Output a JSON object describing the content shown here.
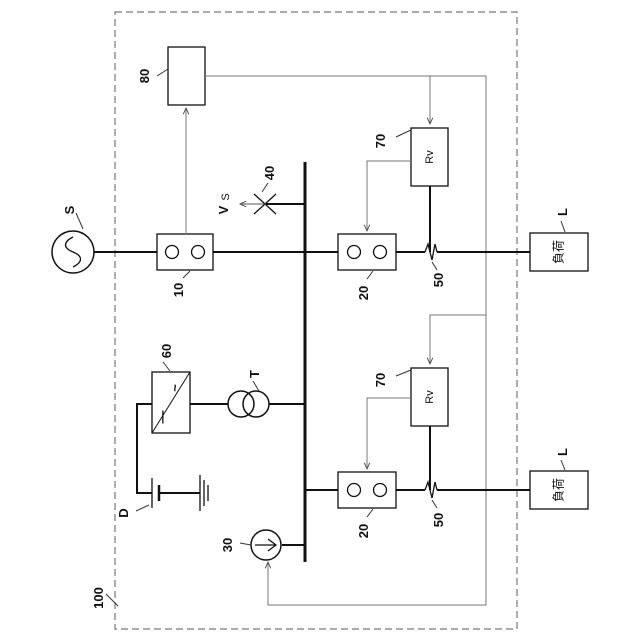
{
  "labels": {
    "system": "100",
    "source": "S",
    "breaker_main": "10",
    "breaker_branch_top": "20",
    "breaker_branch_bottom": "20",
    "sensor": "30",
    "voltage_point": "40",
    "voltage_symbol": "V",
    "voltage_subscript": "S",
    "switch_top": "50",
    "switch_bottom": "50",
    "converter": "60",
    "relay_top": "70",
    "relay_bottom": "70",
    "controller": "80",
    "transformer": "T",
    "dc_source": "D",
    "load_top_id": "L",
    "load_bottom_id": "L",
    "load_top_text": "負荷",
    "load_bottom_text": "負荷",
    "relay_top_text": "Rv",
    "relay_bottom_text": "Rv",
    "converter_ac": "~",
    "converter_dc": "—"
  }
}
